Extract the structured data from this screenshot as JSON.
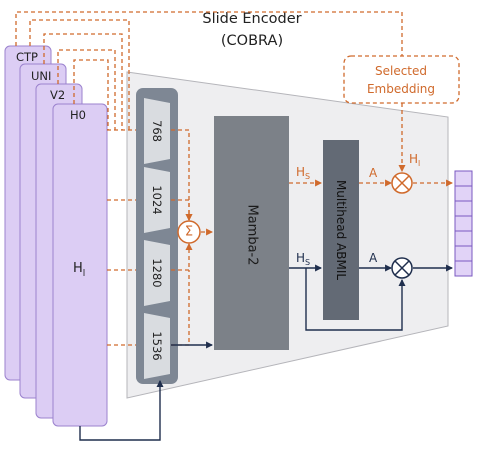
{
  "title": {
    "line1": "Slide Encoder",
    "line2": "(COBRA)"
  },
  "feature_stacks": [
    {
      "label": "CTP"
    },
    {
      "label": "UNI"
    },
    {
      "label": "V2"
    },
    {
      "label": "H0"
    }
  ],
  "input_label": {
    "main": "H",
    "sub": "l"
  },
  "projections": [
    "768",
    "1024",
    "1280",
    "1536"
  ],
  "sum_symbol": "Σ",
  "mamba_label": "Mamba-2",
  "abmil_label": "Multihead ABMIL",
  "selected_embedding": {
    "line1": "Selected",
    "line2": "Embedding"
  },
  "labels": {
    "hs_top": {
      "main": "H",
      "sub": "S"
    },
    "hs_bottom": {
      "main": "H",
      "sub": "S"
    },
    "a_top": "A",
    "a_bottom": "A",
    "hl_top": {
      "main": "H",
      "sub": "l"
    }
  },
  "colors": {
    "orange": "#D06A2C",
    "navy": "#1F2E4D",
    "lavender": "#DCCDF4",
    "lavender_border": "#9B82CE",
    "trapezoid_fill": "#EEEEF0",
    "trapezoid_stroke": "#B5B5BA",
    "mamba_fill": "#7C8188",
    "abmil_fill": "#636A75",
    "proj_panel_fill": "#7E8794",
    "proj_box_fill": "#D9DCE0",
    "output_cell": "#E1D3F7"
  },
  "output_vector_cells": 7
}
